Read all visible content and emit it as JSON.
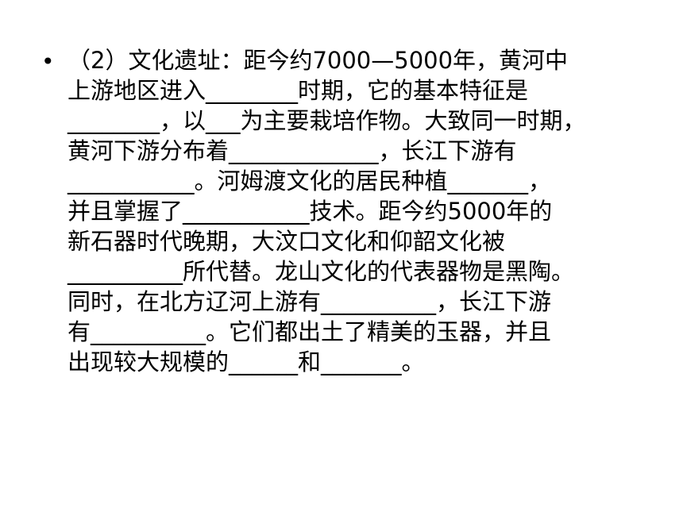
{
  "bullet": "•",
  "lines": [
    "（2）文化遗址：距今约7000—5000年，黄河中",
    "上游地区进入________时期，它的基本特征是",
    "________，以___为主要栽培作物。大致同一时期，",
    "黄河下游分布着_____________，长江下游有",
    "___________。河姆渡文化的居民种植_______，",
    "并且掌握了___________技术。距今约5000年的",
    "新石器时代晚期，大汶口文化和仰韶文化被",
    "__________所代替。龙山文化的代表器物是黑陶。",
    "同时，在北方辽河上游有__________，长江下游",
    "有__________。它们都出土了精美的玉器，并且",
    "出现较大规模的______和_______。"
  ]
}
